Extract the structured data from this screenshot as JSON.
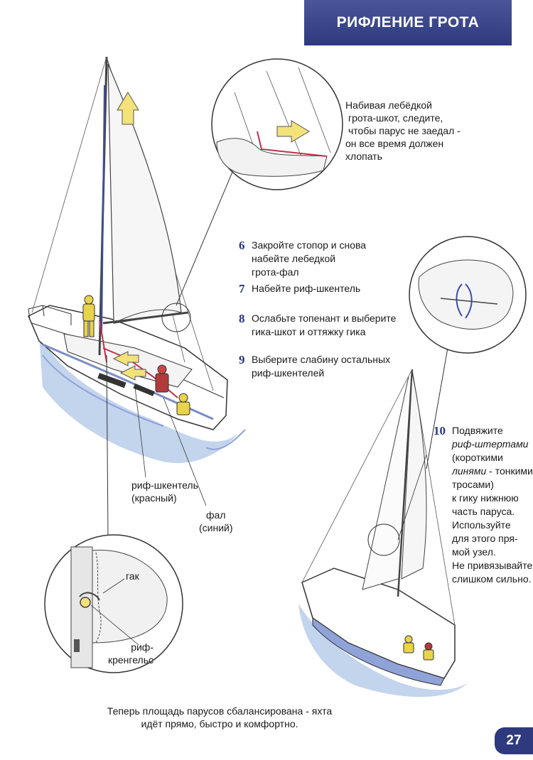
{
  "header": {
    "title": "РИФЛЕНИЕ ГРОТА"
  },
  "callout_sheet": {
    "lines": [
      "Набивая лебёдкой",
      "грота-шкот, следите,",
      "чтобы парус не заедал -",
      "он все время должен",
      "хлопать"
    ]
  },
  "steps": [
    {
      "number": "6",
      "lines": [
        "Закройте стопор и снова",
        "набейте лебедкой",
        "грота-фал"
      ]
    },
    {
      "number": "7",
      "lines": [
        "Набейте риф-шкентель"
      ]
    },
    {
      "number": "8",
      "lines": [
        "Ослабьте топенант и выберите",
        "гика-шкот и оттяжку гика"
      ]
    },
    {
      "number": "9",
      "lines": [
        "Выберите слабину остальных",
        "риф-шкентелей"
      ]
    }
  ],
  "step10": {
    "number": "10",
    "line1": "Подвяжите",
    "line2": "риф-штертами",
    "line3": "(короткими",
    "line4_italic": "линями",
    "line4_rest": " - тонкими",
    "line5": "тросами)",
    "line6": "к гику нижнюю",
    "line7": "часть паруса.",
    "line8": "Используйте",
    "line9": "для этого пря-",
    "line10": "мой узел.",
    "line11": "Не привязывайте",
    "line12": "слишком сильно."
  },
  "labels": {
    "reef_line": [
      "риф-шкентель",
      "(красный)"
    ],
    "halyard": [
      "фал",
      "(синий)"
    ],
    "hook": "гак",
    "cringle": [
      "риф-",
      "кренгельс"
    ]
  },
  "footer": {
    "lines": [
      "Теперь площадь парусов сбалансирована - яхта",
      "идёт прямо, быстро и комфортно."
    ]
  },
  "page_number": "27",
  "colors": {
    "header_band": "#2f3a7e",
    "step_number": "#283680",
    "arrow_yellow": "#f3e27a",
    "reef_line_red": "#c0304a",
    "halyard_blue": "#3b4fb0",
    "water": "#b9cdea",
    "hull_shadow": "#8fa3d8"
  }
}
